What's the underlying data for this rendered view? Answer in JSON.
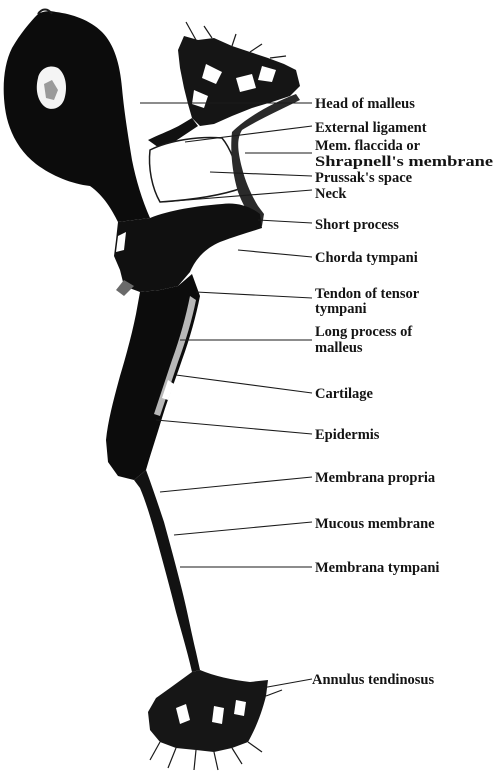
{
  "figure": {
    "labels": [
      {
        "id": "head-of-malleus",
        "text": "Head of malleus"
      },
      {
        "id": "external-ligament",
        "text": "External ligament"
      },
      {
        "id": "mem-flaccida-1",
        "text": "Mem. flaccida or"
      },
      {
        "id": "mem-flaccida-2",
        "text": "Shrapnell's membrane"
      },
      {
        "id": "prussaks-space",
        "text": "Prussak's space"
      },
      {
        "id": "neck",
        "text": "Neck"
      },
      {
        "id": "short-process",
        "text": "Short process"
      },
      {
        "id": "chorda-tympani",
        "text": "Chorda tympani"
      },
      {
        "id": "tendon-1",
        "text": "Tendon of tensor"
      },
      {
        "id": "tendon-2",
        "text": "tympani"
      },
      {
        "id": "long-process-1",
        "text": "Long process of"
      },
      {
        "id": "long-process-2",
        "text": "malleus"
      },
      {
        "id": "cartilage",
        "text": "Cartilage"
      },
      {
        "id": "epidermis",
        "text": "Epidermis"
      },
      {
        "id": "membrana-propria",
        "text": "Membrana propria"
      },
      {
        "id": "mucous-membrane",
        "text": "Mucous membrane"
      },
      {
        "id": "membrana-tympani",
        "text": "Membrana tympani"
      },
      {
        "id": "annulus-tendinosus",
        "text": "Annulus tendinosus"
      }
    ]
  }
}
